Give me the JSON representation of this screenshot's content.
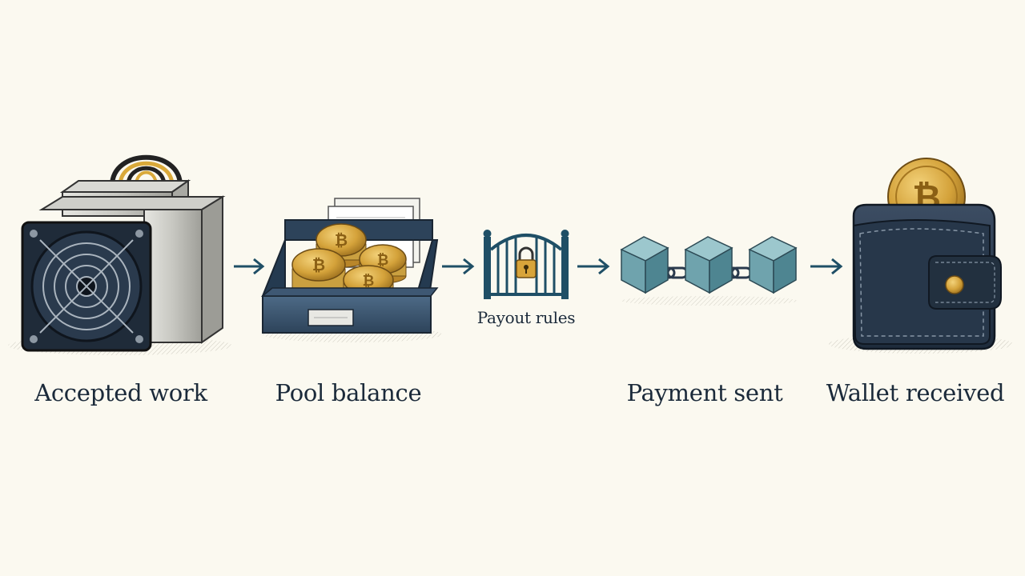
{
  "steps": [
    {
      "id": "accepted-work",
      "label": "Accepted work",
      "icon": "asic-miner-icon"
    },
    {
      "id": "pool-balance",
      "label": "Pool balance",
      "icon": "coin-tray-icon"
    },
    {
      "id": "payout-rules",
      "label": "Payout rules",
      "icon": "locked-gate-icon"
    },
    {
      "id": "payment-sent",
      "label": "Payment sent",
      "icon": "blockchain-icon"
    },
    {
      "id": "wallet-received",
      "label": "Wallet received",
      "icon": "wallet-icon"
    }
  ],
  "colors": {
    "background": "#fbf9f0",
    "ink": "#1b2a3a",
    "arrow": "#1f4f66",
    "navy": "#243447",
    "teal": "#6fa3ad",
    "gold": "#d4a23a",
    "steel": "#c9c9c4"
  }
}
